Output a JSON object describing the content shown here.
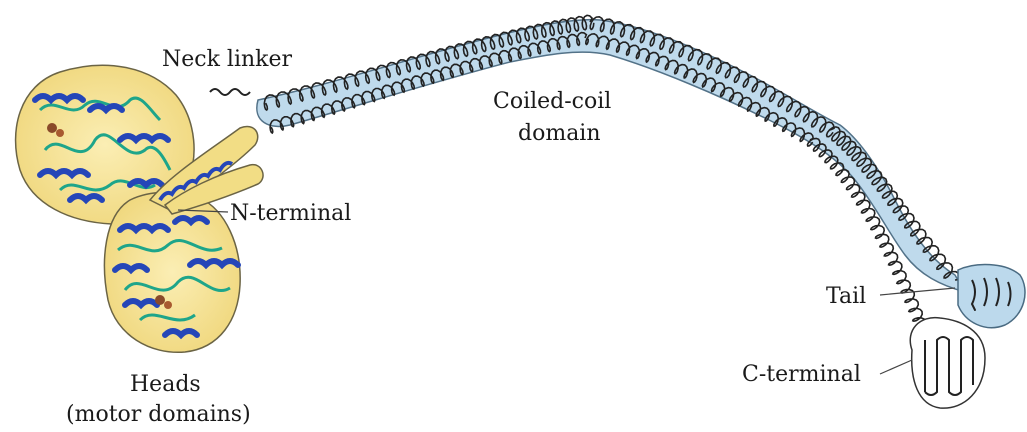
{
  "labels": {
    "neck_linker": "Neck linker",
    "coiled_coil_line1": "Coiled-coil",
    "coiled_coil_line2": "domain",
    "n_terminal": "N-terminal",
    "tail": "Tail",
    "c_terminal": "C-terminal",
    "heads_line1": "Heads",
    "heads_line2": "(motor domains)"
  },
  "colors": {
    "head_fill": "#f7e49a",
    "head_stroke": "#6b6445",
    "helix_blue": "#2546b8",
    "sheet_green": "#1ea58a",
    "coil_fill": "#bcd9ec",
    "coil_stroke": "#4a6b82",
    "backbone": "#222222"
  }
}
